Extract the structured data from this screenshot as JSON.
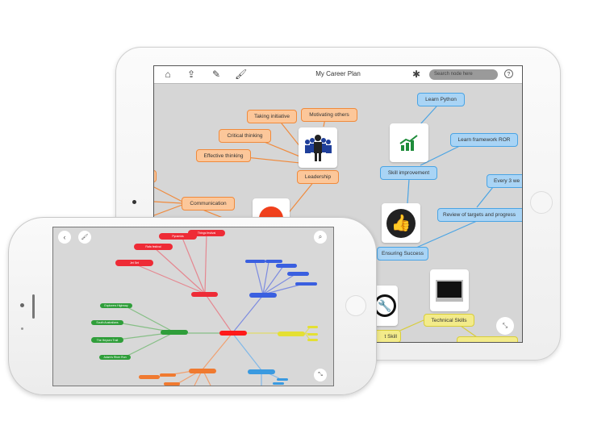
{
  "ipad": {
    "toolbar": {
      "title": "My Career Plan",
      "search_placeholder": "Search node here",
      "icons": [
        "home-icon",
        "share-icon",
        "pen-icon",
        "brush-icon",
        "layout-icon",
        "help-icon"
      ],
      "help_label": "?"
    },
    "nodes": {
      "taking_initiative": "Taking initiative",
      "motivating_others": "Motivating others",
      "critical_thinking": "Critical thinking",
      "effective_thinking": "Effective thinking",
      "leadership": "Leadership",
      "communication": "Communication",
      "learn_python": "Learn Python",
      "skill_improvement": "Skill improvement",
      "learn_framework_ror": "Learn framework ROR",
      "every_3": "Every 3 we",
      "review": "Review of targets and progress",
      "ensuring_success": "Ensuring Success",
      "technical_skills": "Technical Skills",
      "t_skill": "t Skill"
    },
    "colors": {
      "orange": "#f08a3c",
      "blue": "#4aa4e4",
      "yellow": "#d8cd3a",
      "canvas": "#d6d6d6"
    }
  },
  "iphone": {
    "icons": [
      "back-icon",
      "brush-icon",
      "search-icon",
      "collapse-icon"
    ],
    "nodes": {
      "things_festival": "Things festival",
      "pyramids": "Pyramids",
      "rafa_festival": "Rafa festival",
      "jet_set": "Jet Set",
      "explorers_highway": "Explorers Highway",
      "south_australians": "South Australians",
      "heysen_trail": "The Heysen Trail",
      "river_run": "Adam's River Run"
    },
    "colors": {
      "red": "#ee2b36",
      "green": "#2f9e3a",
      "blue": "#3a5fe0",
      "yellow": "#e4e033",
      "orange": "#f07a30",
      "light_blue": "#3a9ae0"
    }
  }
}
